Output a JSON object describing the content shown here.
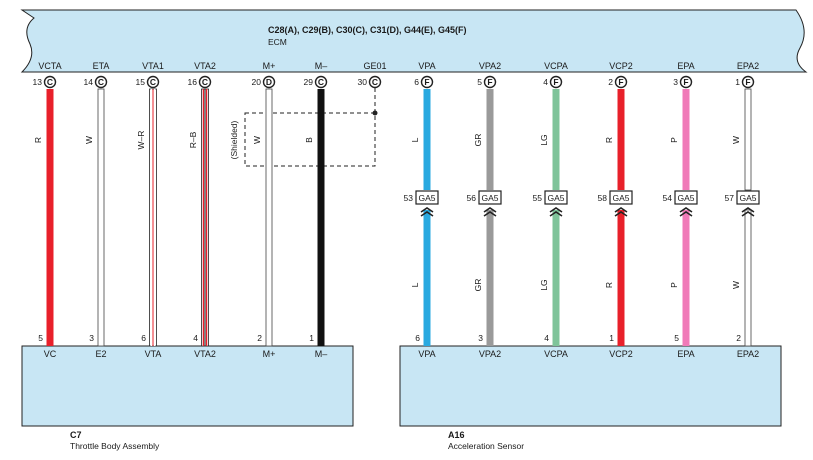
{
  "ecm": {
    "connectors": "C28(A), C29(B), C30(C), C31(D), G44(E), G45(F)",
    "name": "ECM"
  },
  "components": {
    "throttle": {
      "code": "C7",
      "name": "Throttle Body Assembly"
    },
    "accel": {
      "code": "A16",
      "name": "Acceleration Sensor"
    }
  },
  "shield_label": "(Shielded)",
  "colors": {
    "R": "#e8202a",
    "W": "#ffffff",
    "B": "#111111",
    "L": "#29a9e0",
    "GR": "#9a9a9a",
    "LG": "#7fc49a",
    "P": "#f07ab8",
    "panel": "#c8e6f4"
  },
  "wires": [
    {
      "ecm_label": "VCTA",
      "ecm_pin": "13",
      "ecm_conn": "C",
      "color": "R",
      "color2": "",
      "pin": "5",
      "comp_label": "VC",
      "inline": "",
      "inline_pin": ""
    },
    {
      "ecm_label": "ETA",
      "ecm_pin": "14",
      "ecm_conn": "C",
      "color": "W",
      "color2": "",
      "pin": "3",
      "comp_label": "E2",
      "inline": "",
      "inline_pin": ""
    },
    {
      "ecm_label": "VTA1",
      "ecm_pin": "15",
      "ecm_conn": "C",
      "color": "W",
      "color2": "R",
      "pin": "6",
      "comp_label": "VTA",
      "inline": "",
      "inline_pin": ""
    },
    {
      "ecm_label": "VTA2",
      "ecm_pin": "16",
      "ecm_conn": "C",
      "color": "R",
      "color2": "B",
      "pin": "4",
      "comp_label": "VTA2",
      "inline": "",
      "inline_pin": ""
    },
    {
      "ecm_label": "M+",
      "ecm_pin": "20",
      "ecm_conn": "D",
      "color": "W",
      "color2": "",
      "pin": "2",
      "comp_label": "M+",
      "inline": "",
      "inline_pin": ""
    },
    {
      "ecm_label": "M–",
      "ecm_pin": "29",
      "ecm_conn": "C",
      "color": "B",
      "color2": "",
      "pin": "1",
      "comp_label": "M–",
      "inline": "",
      "inline_pin": ""
    },
    {
      "ecm_label": "GE01",
      "ecm_pin": "30",
      "ecm_conn": "C",
      "color": "",
      "color2": "",
      "pin": "",
      "comp_label": "",
      "inline": "",
      "inline_pin": ""
    },
    {
      "ecm_label": "VPA",
      "ecm_pin": "6",
      "ecm_conn": "F",
      "color": "L",
      "color2": "",
      "pin": "6",
      "comp_label": "VPA",
      "inline": "GA5",
      "inline_pin": "53"
    },
    {
      "ecm_label": "VPA2",
      "ecm_pin": "5",
      "ecm_conn": "F",
      "color": "GR",
      "color2": "",
      "pin": "3",
      "comp_label": "VPA2",
      "inline": "GA5",
      "inline_pin": "56"
    },
    {
      "ecm_label": "VCPA",
      "ecm_pin": "4",
      "ecm_conn": "F",
      "color": "LG",
      "color2": "",
      "pin": "4",
      "comp_label": "VCPA",
      "inline": "GA5",
      "inline_pin": "55"
    },
    {
      "ecm_label": "VCP2",
      "ecm_pin": "2",
      "ecm_conn": "F",
      "color": "R",
      "color2": "",
      "pin": "1",
      "comp_label": "VCP2",
      "inline": "GA5",
      "inline_pin": "58"
    },
    {
      "ecm_label": "EPA",
      "ecm_pin": "3",
      "ecm_conn": "F",
      "color": "P",
      "color2": "",
      "pin": "5",
      "comp_label": "EPA",
      "inline": "GA5",
      "inline_pin": "54"
    },
    {
      "ecm_label": "EPA2",
      "ecm_pin": "1",
      "ecm_conn": "F",
      "color": "W",
      "color2": "",
      "pin": "2",
      "comp_label": "EPA2",
      "inline": "GA5",
      "inline_pin": "57"
    }
  ]
}
